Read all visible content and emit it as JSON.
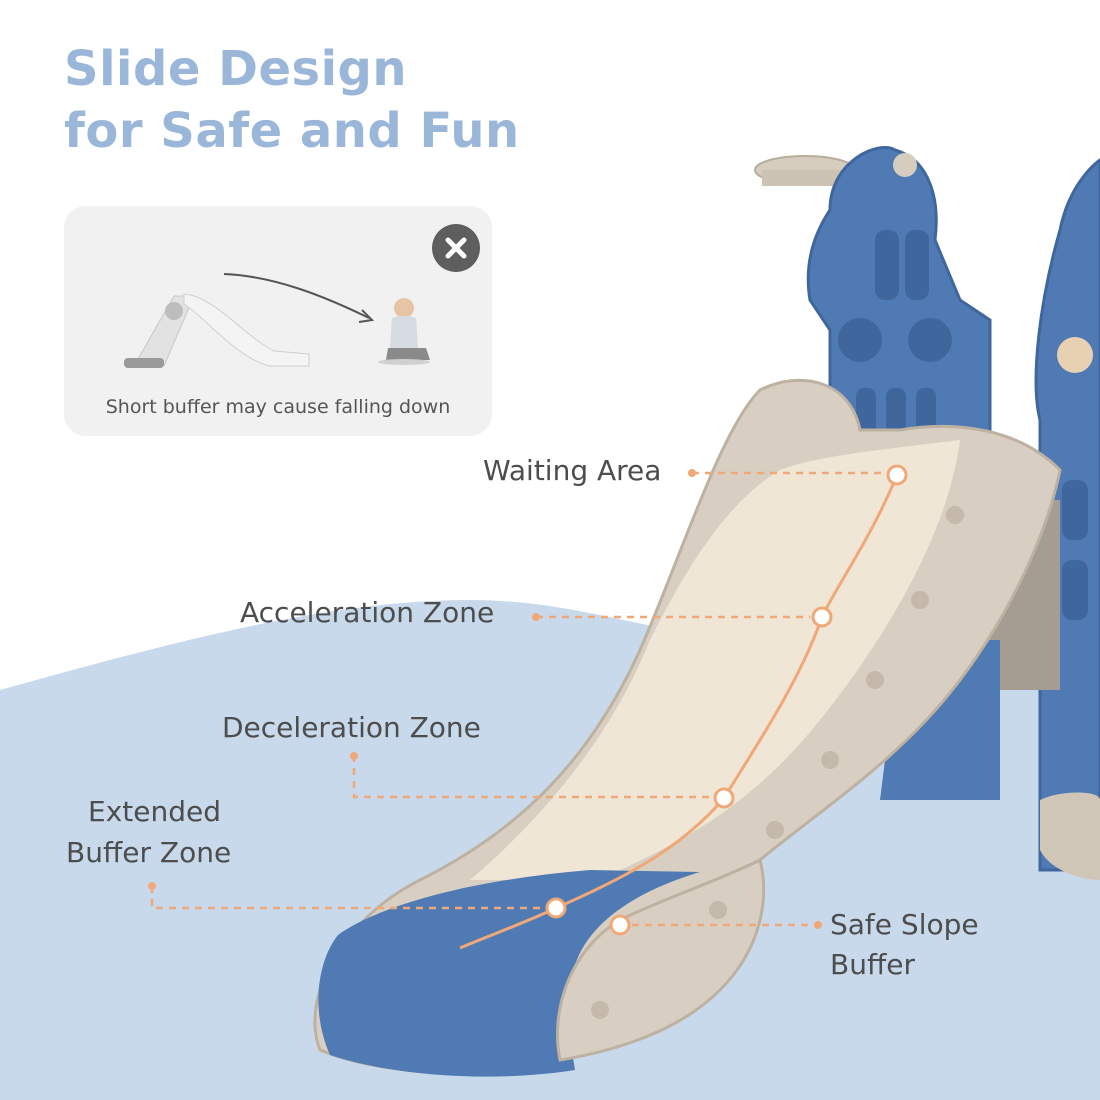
{
  "title": {
    "line1": "Slide Design",
    "line2": "for Safe and Fun"
  },
  "warning_card": {
    "caption": "Short buffer may cause falling down",
    "icon": "close-icon"
  },
  "labels": {
    "waiting_area": "Waiting Area",
    "acceleration_zone": "Acceleration Zone",
    "deceleration_zone": "Deceleration Zone",
    "extended_buffer_line1": "Extended",
    "extended_buffer_line2": "Buffer Zone",
    "safe_slope_line1": "Safe Slope",
    "safe_slope_line2": "Buffer"
  },
  "colors": {
    "title": "#9ab6d9",
    "accent": "#f0a878",
    "slide_beige": "#d8cfc2",
    "slide_blue": "#4f7ab3",
    "background_wave": "#c9d9ec"
  }
}
